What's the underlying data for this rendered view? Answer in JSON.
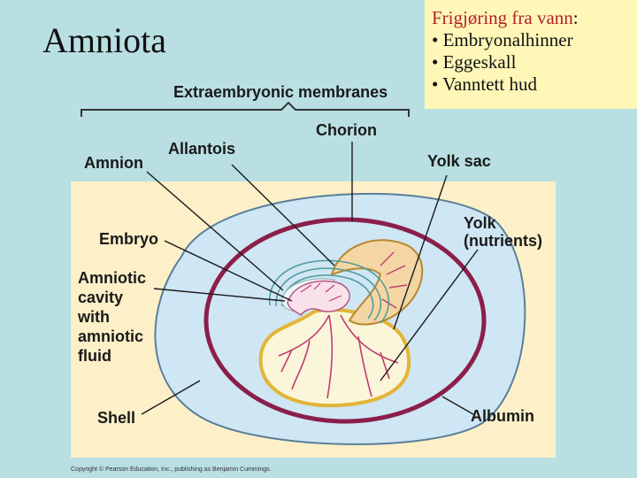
{
  "slide": {
    "title": "Amniota"
  },
  "note": {
    "heading": "Frigjøring fra vann",
    "colon": ":",
    "bullets": [
      "• Embryonalhinner",
      "• Eggeskall",
      "• Vanntett hud"
    ]
  },
  "diagram": {
    "header": "Extraembryonic membranes",
    "labels": {
      "chorion": "Chorion",
      "allantois": "Allantois",
      "amnion": "Amnion",
      "yolk_sac": "Yolk sac",
      "embryo": "Embryo",
      "yolk_line1": "Yolk",
      "yolk_line2": "(nutrients)",
      "amniotic_line1": "Amniotic",
      "amniotic_line2": "cavity",
      "amniotic_line3": "with",
      "amniotic_line4": "amniotic",
      "amniotic_line5": "fluid",
      "shell": "Shell",
      "albumin": "Albumin"
    },
    "copyright": "Copyright © Pearson Education, Inc., publishing as Benjamin Cummings.",
    "colors": {
      "background": "#b9dfe3",
      "figure_panel": "#fdf0c8",
      "shell": "#cfe6f4",
      "chorion": "#8b1f4a",
      "yolk_fill": "#fbf6d9",
      "yolk_border": "#e3b437",
      "allantois_fill": "#f4d6a4",
      "vessels": "#c23b72",
      "amnion": "#4f9a9a",
      "note_heading": "#b3202a",
      "note_background": "#fff7b8"
    }
  }
}
